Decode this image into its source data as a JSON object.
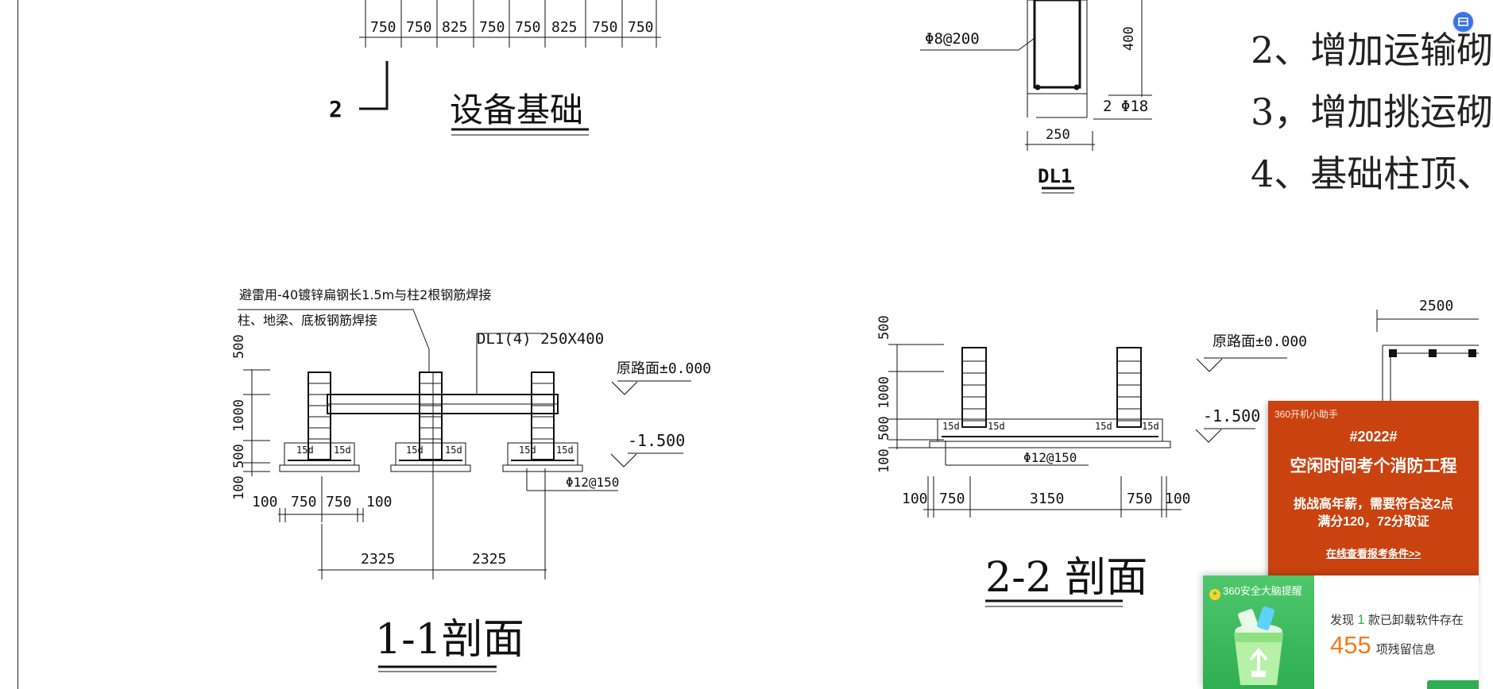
{
  "drawing": {
    "top_dims": [
      "750",
      "750",
      "825",
      "750",
      "750",
      "825",
      "750",
      "750"
    ],
    "section_mark_2": "2",
    "equipment_foundation_title": "设备基础",
    "dl1": {
      "rebar_label": "Φ8@200",
      "height": "400",
      "bottom_rebar": "2 Φ18",
      "width": "250",
      "title": "DL1"
    },
    "notes": [
      "2、增加运输砌",
      "3，增加挑运砌",
      "4、基础柱顶、"
    ],
    "section_1_1": {
      "note_lightning": "避雷用-40镀锌扁钢长1.5m与柱2根钢筋焊接",
      "note_weld": "柱、地梁、底板钢筋焊接",
      "beam_label": "DL1(4)  250X400",
      "ground_level": "原路面±0.000",
      "bottom_level": "-1.500",
      "left_dims": [
        "500",
        "1000",
        "500",
        "100"
      ],
      "anchor_15d": "15d",
      "base_rebar": "Φ12@150",
      "bottom_dims": [
        "100",
        "750",
        "750",
        "100"
      ],
      "spacing_dims": [
        "2325",
        "2325"
      ],
      "title": "1-1剖面"
    },
    "section_2_2": {
      "ground_level": "原路面±0.000",
      "bottom_level": "-1.500",
      "left_dims": [
        "500",
        "1000",
        "500",
        "100"
      ],
      "anchor_15d": "15d",
      "base_rebar": "Φ12@150",
      "bottom_dims": [
        "100",
        "750",
        "3150",
        "750",
        "100"
      ],
      "title": "2-2 剖面"
    },
    "plan_dim": "2500"
  },
  "ad_popup": {
    "header": "360开机小助手",
    "tag": "#2022#",
    "title": "空闲时间考个消防工程",
    "body_line1": "挑战高年薪，需要符合这2点",
    "body_line2": "满分120，72分取证",
    "link": "在线查看报考条件>>"
  },
  "security_popup": {
    "title": "360安全大脑提醒",
    "line1_prefix": "发现",
    "line1_count": "1",
    "line1_suffix": "款已卸载软件存在",
    "line2_count": "455",
    "line2_suffix": "项残留信息"
  },
  "colors": {
    "ad_bg": "#c9420f",
    "security_green": "#2fae52",
    "accent_orange": "#f07b1d",
    "corner_button_blue": "#3a74e8"
  }
}
